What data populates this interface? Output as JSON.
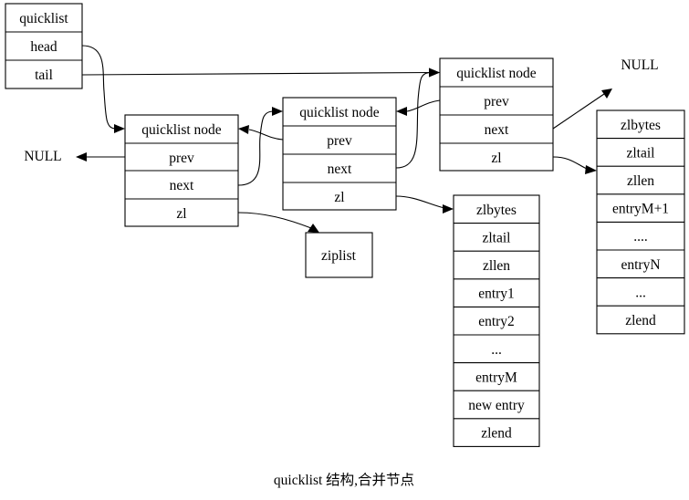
{
  "quicklist": {
    "title": "quicklist",
    "fields": [
      "head",
      "tail"
    ]
  },
  "node1": {
    "title": "quicklist node",
    "fields": [
      "prev",
      "next",
      "zl"
    ]
  },
  "node2": {
    "title": "quicklist node",
    "fields": [
      "prev",
      "next",
      "zl"
    ]
  },
  "node3": {
    "title": "quicklist node",
    "fields": [
      "prev",
      "next",
      "zl"
    ]
  },
  "null_left": "NULL",
  "null_right": "NULL",
  "ziplist_box": "ziplist",
  "ziplist_merged": {
    "fields": [
      "zlbytes",
      "zltail",
      "zllen",
      "entry1",
      "entry2",
      "...",
      "entryM",
      "new entry",
      "zlend"
    ]
  },
  "ziplist_right": {
    "fields": [
      "zlbytes",
      "zltail",
      "zllen",
      "entryM+1",
      "....",
      "entryN",
      "...",
      "zlend"
    ]
  },
  "caption": "quicklist 结构,合并节点"
}
